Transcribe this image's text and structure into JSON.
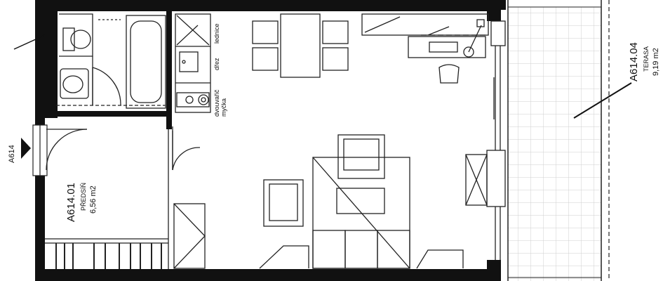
{
  "plan": {
    "unit_marker": "A614",
    "rooms": [
      {
        "id": "A614.01",
        "name": "PŘEDSÍŇ",
        "area": "6,56 m2"
      },
      {
        "id": "A614.04",
        "name": "TERASA",
        "area": "9,19 m2"
      }
    ],
    "fixtures": {
      "fridge": "lednice",
      "sink": "dřez",
      "dishwasher": "dvouvařič\nmyčka"
    }
  }
}
